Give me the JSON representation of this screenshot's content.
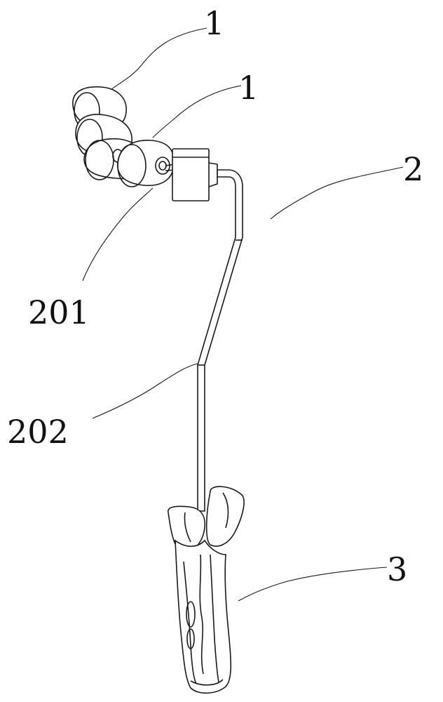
{
  "labels": {
    "roller_top": "1",
    "roller_mid": "1",
    "rod": "2",
    "shaft_end": "201",
    "rod_bend": "202",
    "handle": "3"
  }
}
